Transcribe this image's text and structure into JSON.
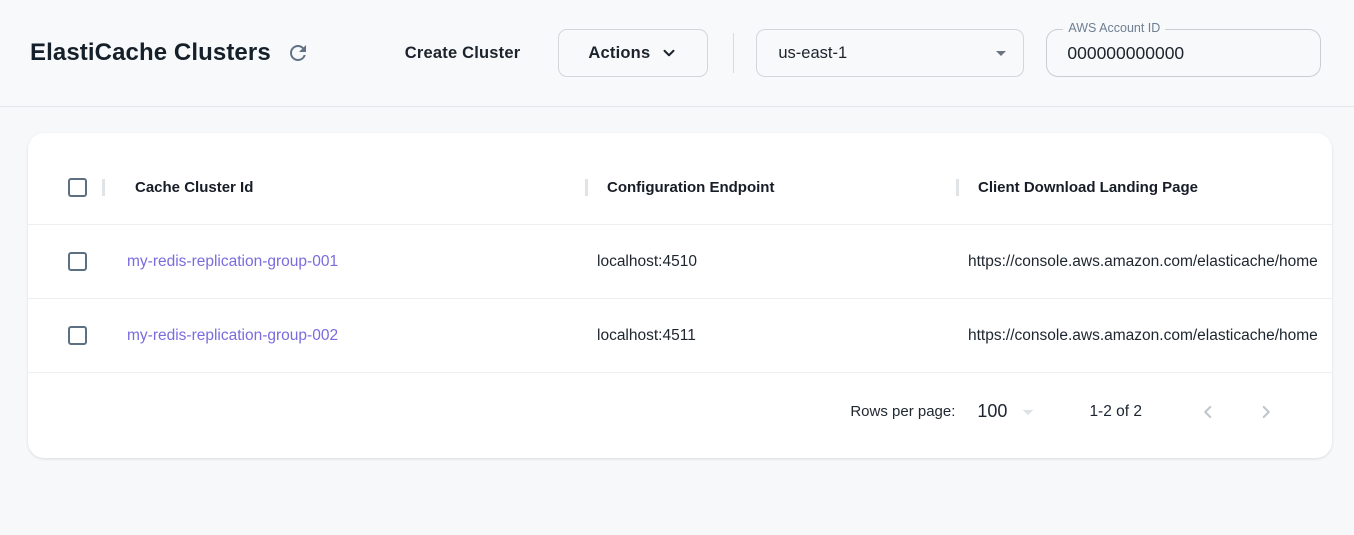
{
  "header": {
    "title": "ElastiCache Clusters",
    "create_label": "Create Cluster",
    "actions_label": "Actions",
    "region": "us-east-1",
    "account_label": "AWS Account ID",
    "account_value": "000000000000"
  },
  "table": {
    "columns": [
      "Cache Cluster Id",
      "Configuration Endpoint",
      "Client Download Landing Page"
    ],
    "rows": [
      {
        "id": "my-redis-replication-group-001",
        "endpoint": "localhost:4510",
        "landing_page": "https://console.aws.amazon.com/elasticache/home"
      },
      {
        "id": "my-redis-replication-group-002",
        "endpoint": "localhost:4511",
        "landing_page": "https://console.aws.amazon.com/elasticache/home"
      }
    ]
  },
  "pagination": {
    "rows_per_page_label": "Rows per page:",
    "rows_per_page_value": "100",
    "range": "1-2 of 2"
  },
  "icons": {
    "refresh": "refresh-icon",
    "actions_chevron": "chevron-down-icon",
    "region_arrow": "dropdown-arrow-icon",
    "rows_per_page_arrow": "dropdown-arrow-icon",
    "prev": "chevron-left-icon",
    "next": "chevron-right-icon"
  },
  "colors": {
    "link": "#7a6bde",
    "page_background": "#f7f8fa",
    "card_background": "#ffffff",
    "checkbox_border": "#5d7082",
    "icon_gray": "#617286"
  }
}
